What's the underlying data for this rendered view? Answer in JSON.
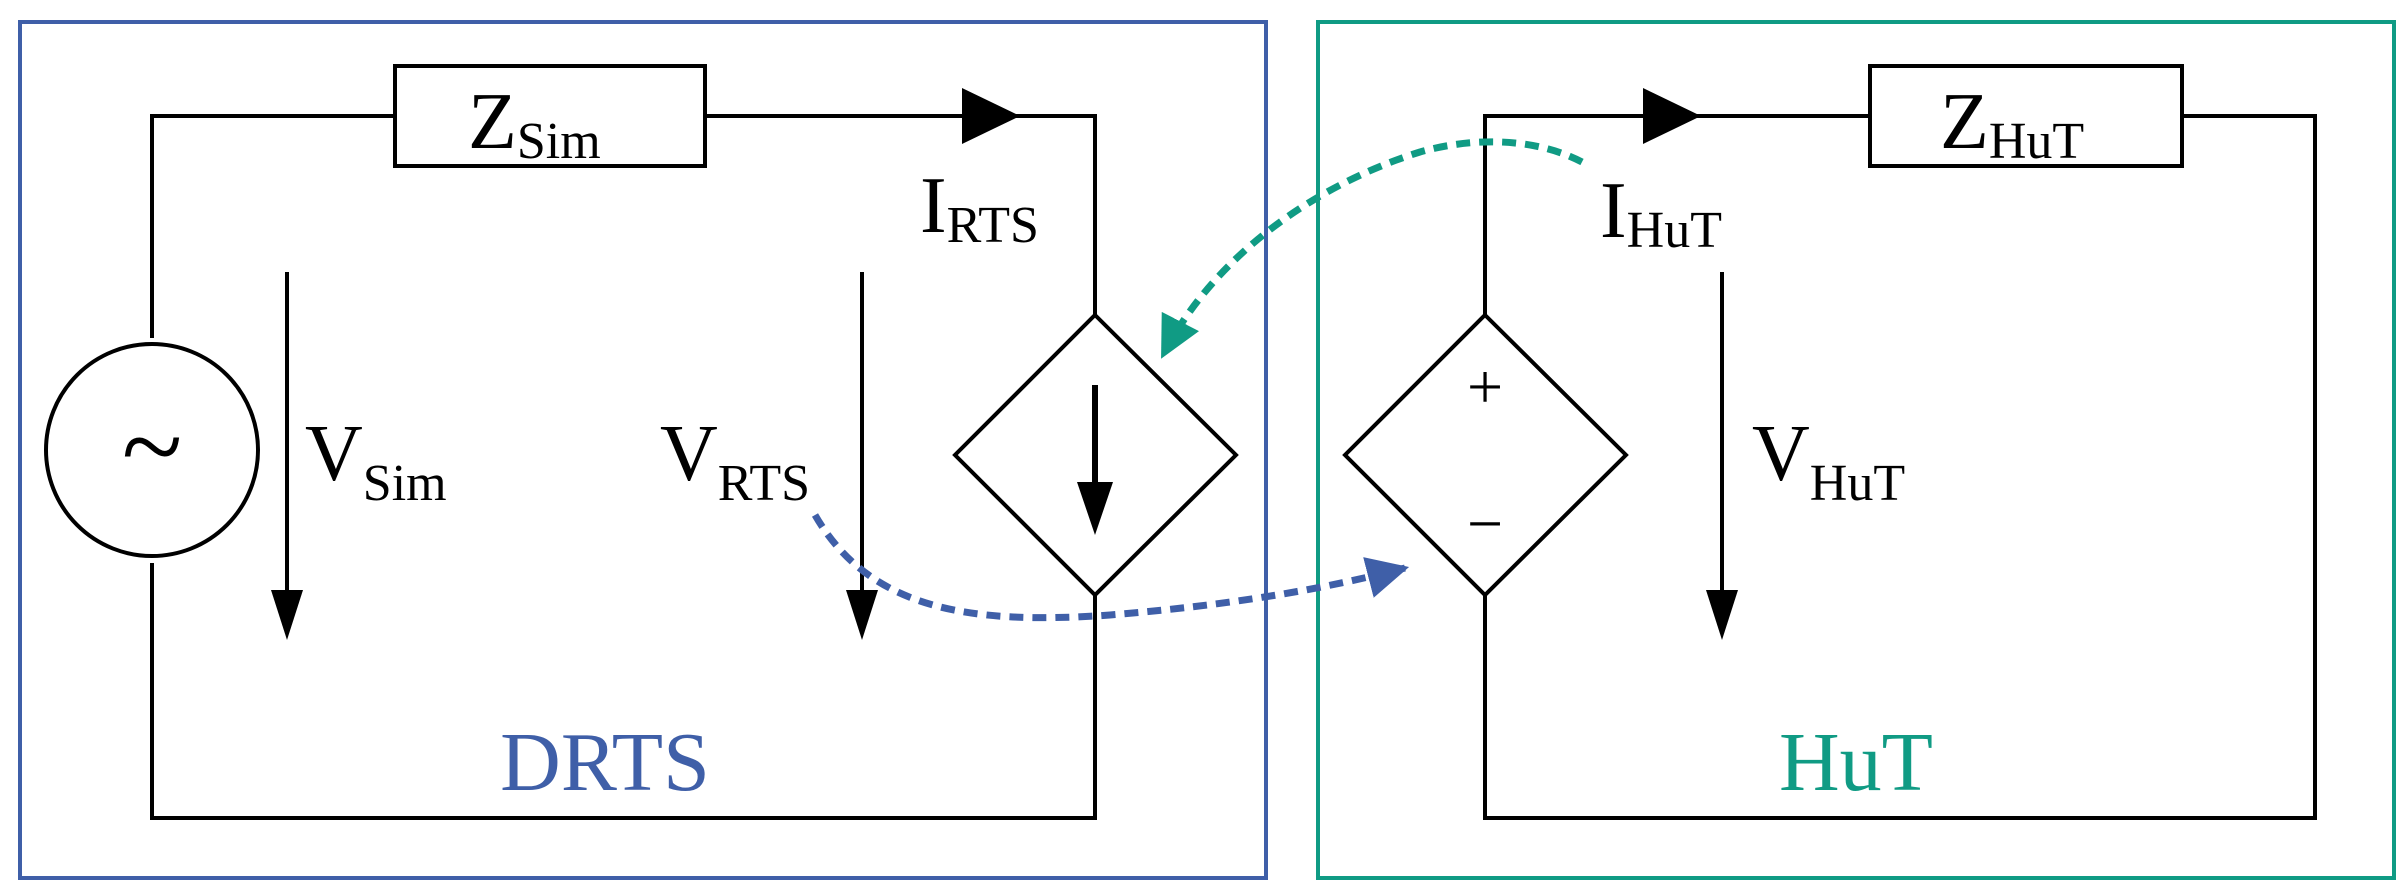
{
  "colors": {
    "drts": "#3f5fa8",
    "hut": "#109b84",
    "wire": "#000000"
  },
  "blocks": {
    "drts_label": "DRTS",
    "hut_label": "HuT"
  },
  "drts_side": {
    "source_symbol": "~",
    "impedance": {
      "main": "Z",
      "sub": "Sim"
    },
    "source_voltage": {
      "main": "V",
      "sub": "Sim"
    },
    "interface_voltage": {
      "main": "V",
      "sub": "RTS"
    },
    "interface_current": {
      "main": "I",
      "sub": "RTS"
    }
  },
  "hut_side": {
    "impedance": {
      "main": "Z",
      "sub": "HuT"
    },
    "voltage": {
      "main": "V",
      "sub": "HuT"
    },
    "current": {
      "main": "I",
      "sub": "HuT"
    },
    "plus_sign": "+",
    "minus_sign": "−"
  },
  "icons": {
    "ac_source": "ac-voltage-source-icon",
    "controlled_current_source": "controlled-current-source-icon",
    "controlled_voltage_source": "controlled-voltage-source-icon"
  }
}
